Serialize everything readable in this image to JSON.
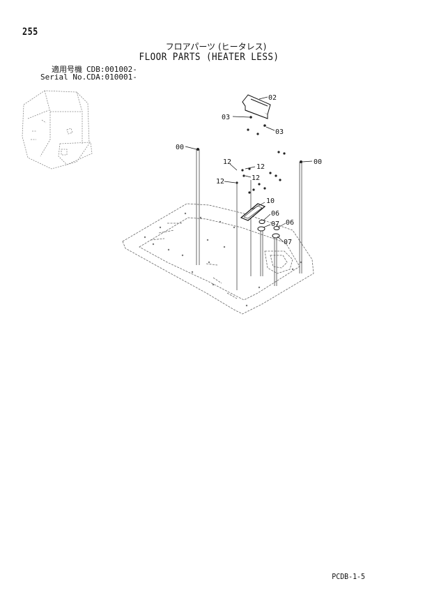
{
  "page": {
    "number": "255",
    "title_jp": "フロアパーツ (ヒータレス)",
    "title_en": "FLOOR PARTS (HEATER LESS)",
    "footer_code": "PCDB-1-5"
  },
  "serial": {
    "row1_label": "適用号機",
    "row1_value": "CDB:001002-",
    "row2_label": "Serial No.",
    "row2_value": "CDA:010001-"
  },
  "callouts": {
    "c02": "02",
    "c03_left": "03",
    "c03_right": "03",
    "c00_left": "00",
    "c00_right": "00",
    "c12_top": "12",
    "c12_mid": "12",
    "c12_low": "12",
    "c12_left": "12",
    "c10": "10",
    "c06_left": "06",
    "c06_right": "06",
    "c07_upper": "07",
    "c07_lower": "07"
  },
  "colors": {
    "ink": "#111111",
    "faint_ink": "#666666",
    "paper": "#ffffff"
  }
}
